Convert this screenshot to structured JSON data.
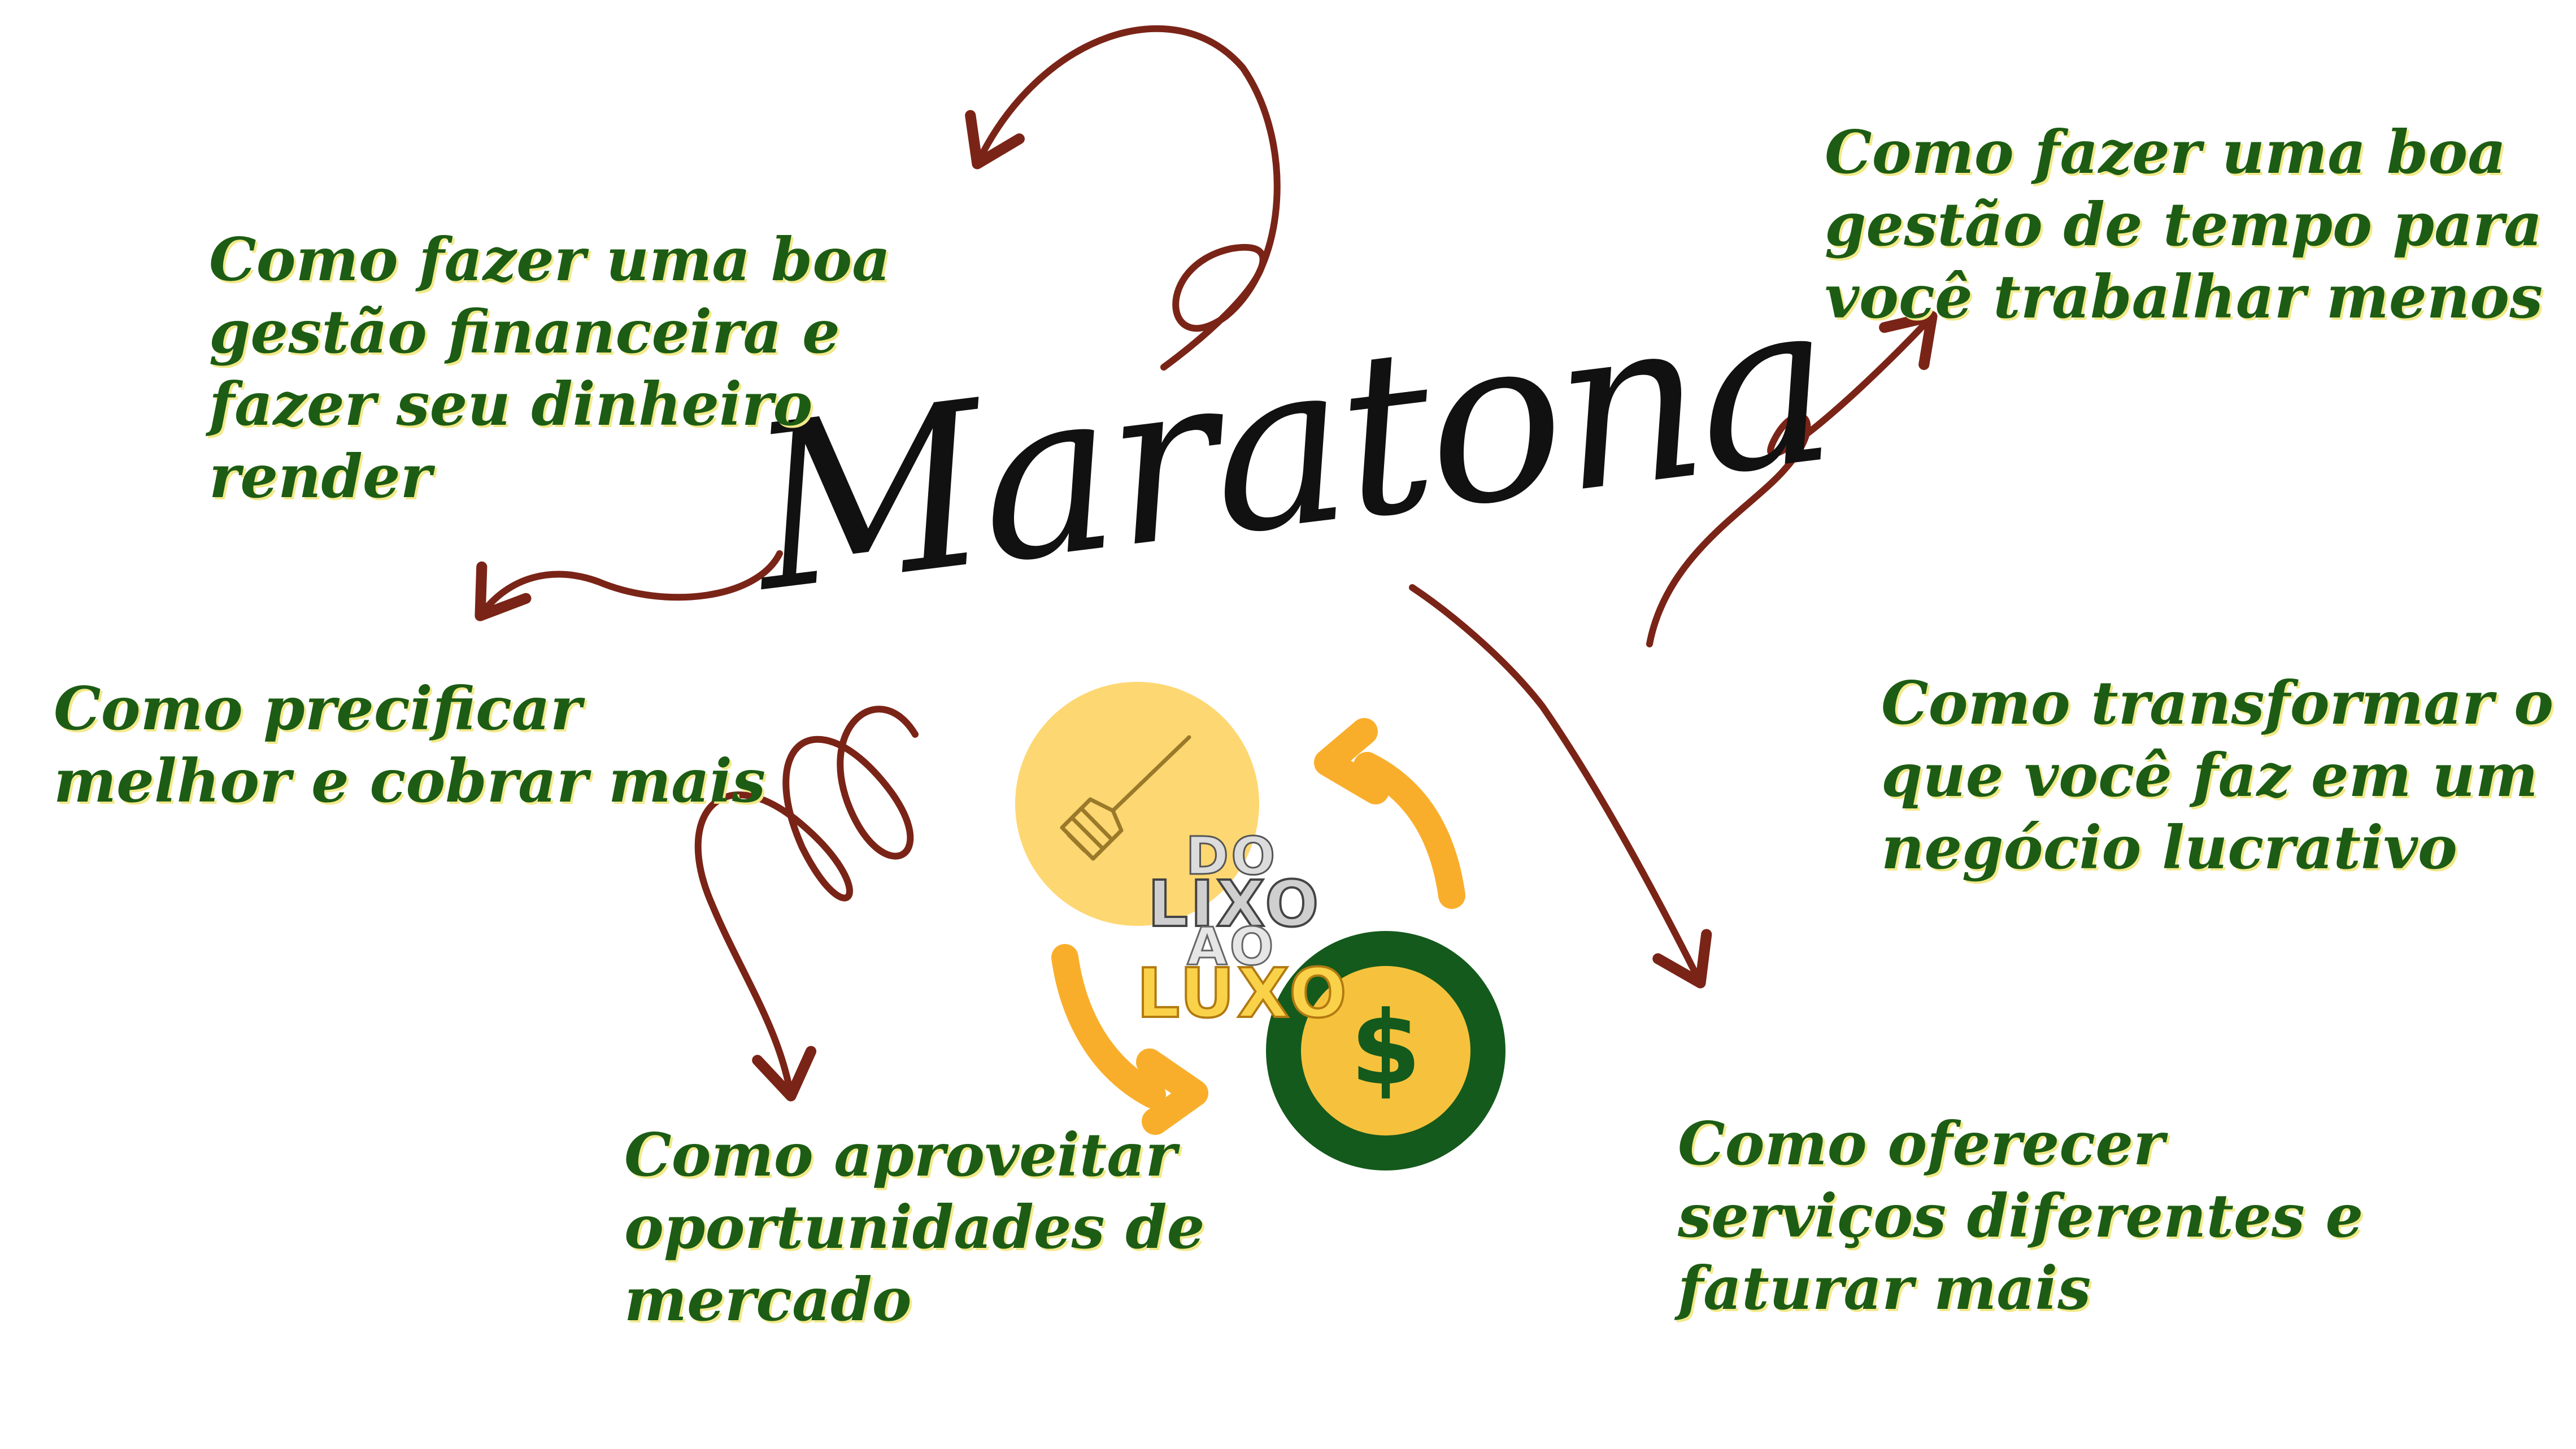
{
  "diagram": {
    "title": "Maratona",
    "topics": [
      {
        "id": "financeira",
        "lines": [
          "Como fazer uma boa",
          "gestão financeira e",
          "fazer seu dinheiro",
          "render"
        ]
      },
      {
        "id": "precificar",
        "lines": [
          "Como precificar",
          "melhor e cobrar mais"
        ]
      },
      {
        "id": "oportunidades",
        "lines": [
          "Como aproveitar",
          "oportunidades de",
          "mercado"
        ]
      },
      {
        "id": "tempo",
        "lines": [
          "Como fazer uma boa",
          "gestão de tempo para",
          "você trabalhar menos"
        ]
      },
      {
        "id": "negocio",
        "lines": [
          "Como transformar o",
          "que você faz em um",
          "negócio lucrativo"
        ]
      },
      {
        "id": "servicos",
        "lines": [
          "Como oferecer",
          "serviços diferentes e",
          "faturar mais"
        ]
      }
    ],
    "logo": {
      "words": [
        "DO",
        "LIXO",
        "AO",
        "LUXO"
      ],
      "currency_symbol": "$",
      "icons": [
        "broom-icon",
        "dollar-coin-icon",
        "cycle-arrows-icon"
      ]
    },
    "colors": {
      "arrow": "#7a2417",
      "topic_text": "#1d5c14",
      "title": "#111111",
      "logo_yellow": "#fdd772",
      "logo_orange": "#f9ae2b",
      "coin_green": "#145a1c",
      "coin_gold": "#f6c23d"
    }
  }
}
